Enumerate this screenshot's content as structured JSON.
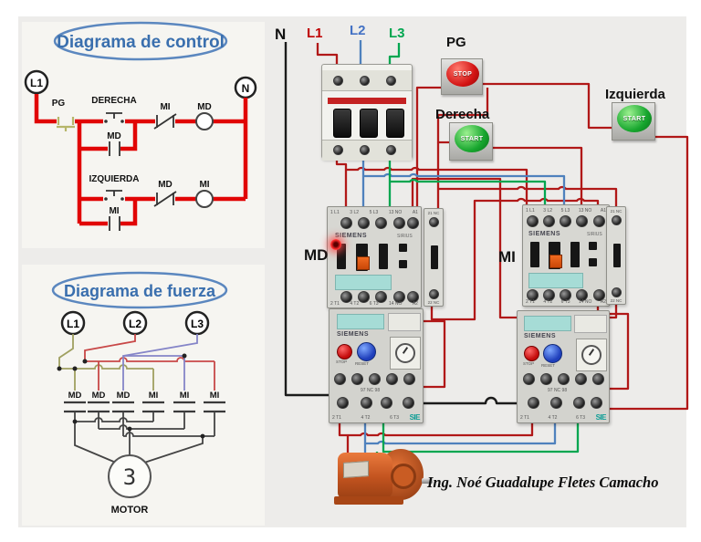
{
  "control": {
    "title": "Diagrama de control",
    "l1": "L1",
    "n": "N",
    "pg": "PG",
    "derecha": "DERECHA",
    "mi_nc": "MI",
    "md_coil": "MD",
    "md_hold": "MD",
    "izquierda": "IZQUIERDA",
    "md_nc": "MD",
    "mi_coil": "MI",
    "mi_hold": "MI"
  },
  "fuerza": {
    "title": "Diagrama de fuerza",
    "phases": [
      "L1",
      "L2",
      "L3"
    ],
    "contacts": [
      "MD",
      "MD",
      "MD",
      "MI",
      "MI",
      "MI"
    ],
    "motor_glyph": "3",
    "motor_label": "MOTOR"
  },
  "panel": {
    "neutral": "N",
    "l1": "L1",
    "l2": "L2",
    "l3": "L3",
    "pg": "PG",
    "stop": "STOP",
    "start": "START",
    "derecha": "Derecha",
    "izquierda": "Izquierda",
    "md": "MD",
    "mi": "MI",
    "contactor": {
      "brand": "SIEMENS",
      "series": "SIRIUS",
      "top": [
        "1 L1",
        "3 L2",
        "5 L3",
        "13 NO",
        "A1"
      ],
      "bottom": [
        "2 T1",
        "4 T2",
        "6 T3",
        "14 NO",
        "A2"
      ],
      "aux_top": "21 NC",
      "aux_bottom": "22 NC"
    },
    "overload": {
      "brand": "SIEMENS",
      "stop": "STOP",
      "reset": "RESET",
      "cap": "97 NC 98",
      "t": [
        "2 T1",
        "4 T2",
        "6 T3"
      ],
      "logo": "SIE"
    }
  },
  "signature": "Ing. Noé Guadalupe Fletes Camacho",
  "colors": {
    "wire_red": "#b11818",
    "wire_blue": "#4f81bd",
    "wire_green": "#00a650",
    "wire_black": "#1b1b1b",
    "control_red": "#e10505",
    "oval_blue": "#5b87bf",
    "title_blue": "#3a6fae"
  }
}
